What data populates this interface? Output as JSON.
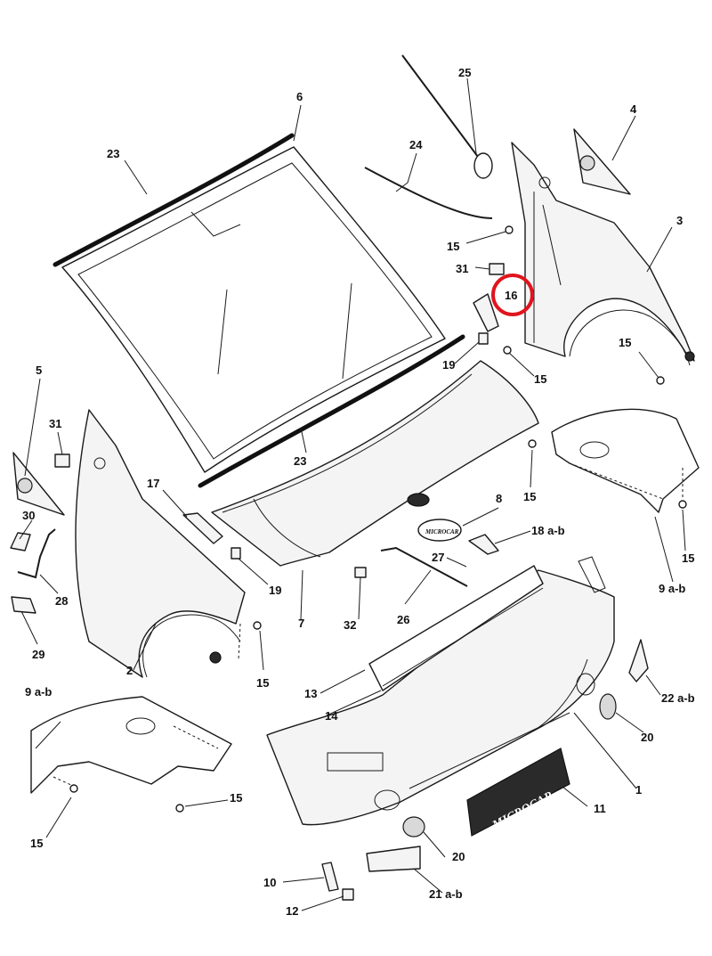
{
  "labels": {
    "p1": "1",
    "p2": "2",
    "p3": "3",
    "p4": "4",
    "p5": "5",
    "p6": "6",
    "p7": "7",
    "p8": "8",
    "p9a": "9 a-b",
    "p9b": "9 a-b",
    "p10": "10",
    "p11": "11",
    "p12": "12",
    "p13": "13",
    "p14": "14",
    "p15a": "15",
    "p15b": "15",
    "p15c": "15",
    "p15d": "15",
    "p15e": "15",
    "p15f": "15",
    "p15g": "15",
    "p16": "16",
    "p17": "17",
    "p18": "18 a-b",
    "p19a": "19",
    "p19b": "19",
    "p20a": "20",
    "p20b": "20",
    "p21": "21 a-b",
    "p22": "22 a-b",
    "p23a": "23",
    "p23b": "23",
    "p24": "24",
    "p25": "25",
    "p26": "26",
    "p27": "27",
    "p28": "28",
    "p29": "29",
    "p30": "30",
    "p31a": "31",
    "p31b": "31",
    "p32": "32"
  },
  "plate_text": "MICROCAR",
  "badge_text": "MICROCAR",
  "highlight": {
    "part": "16",
    "color": "#e0141e"
  }
}
